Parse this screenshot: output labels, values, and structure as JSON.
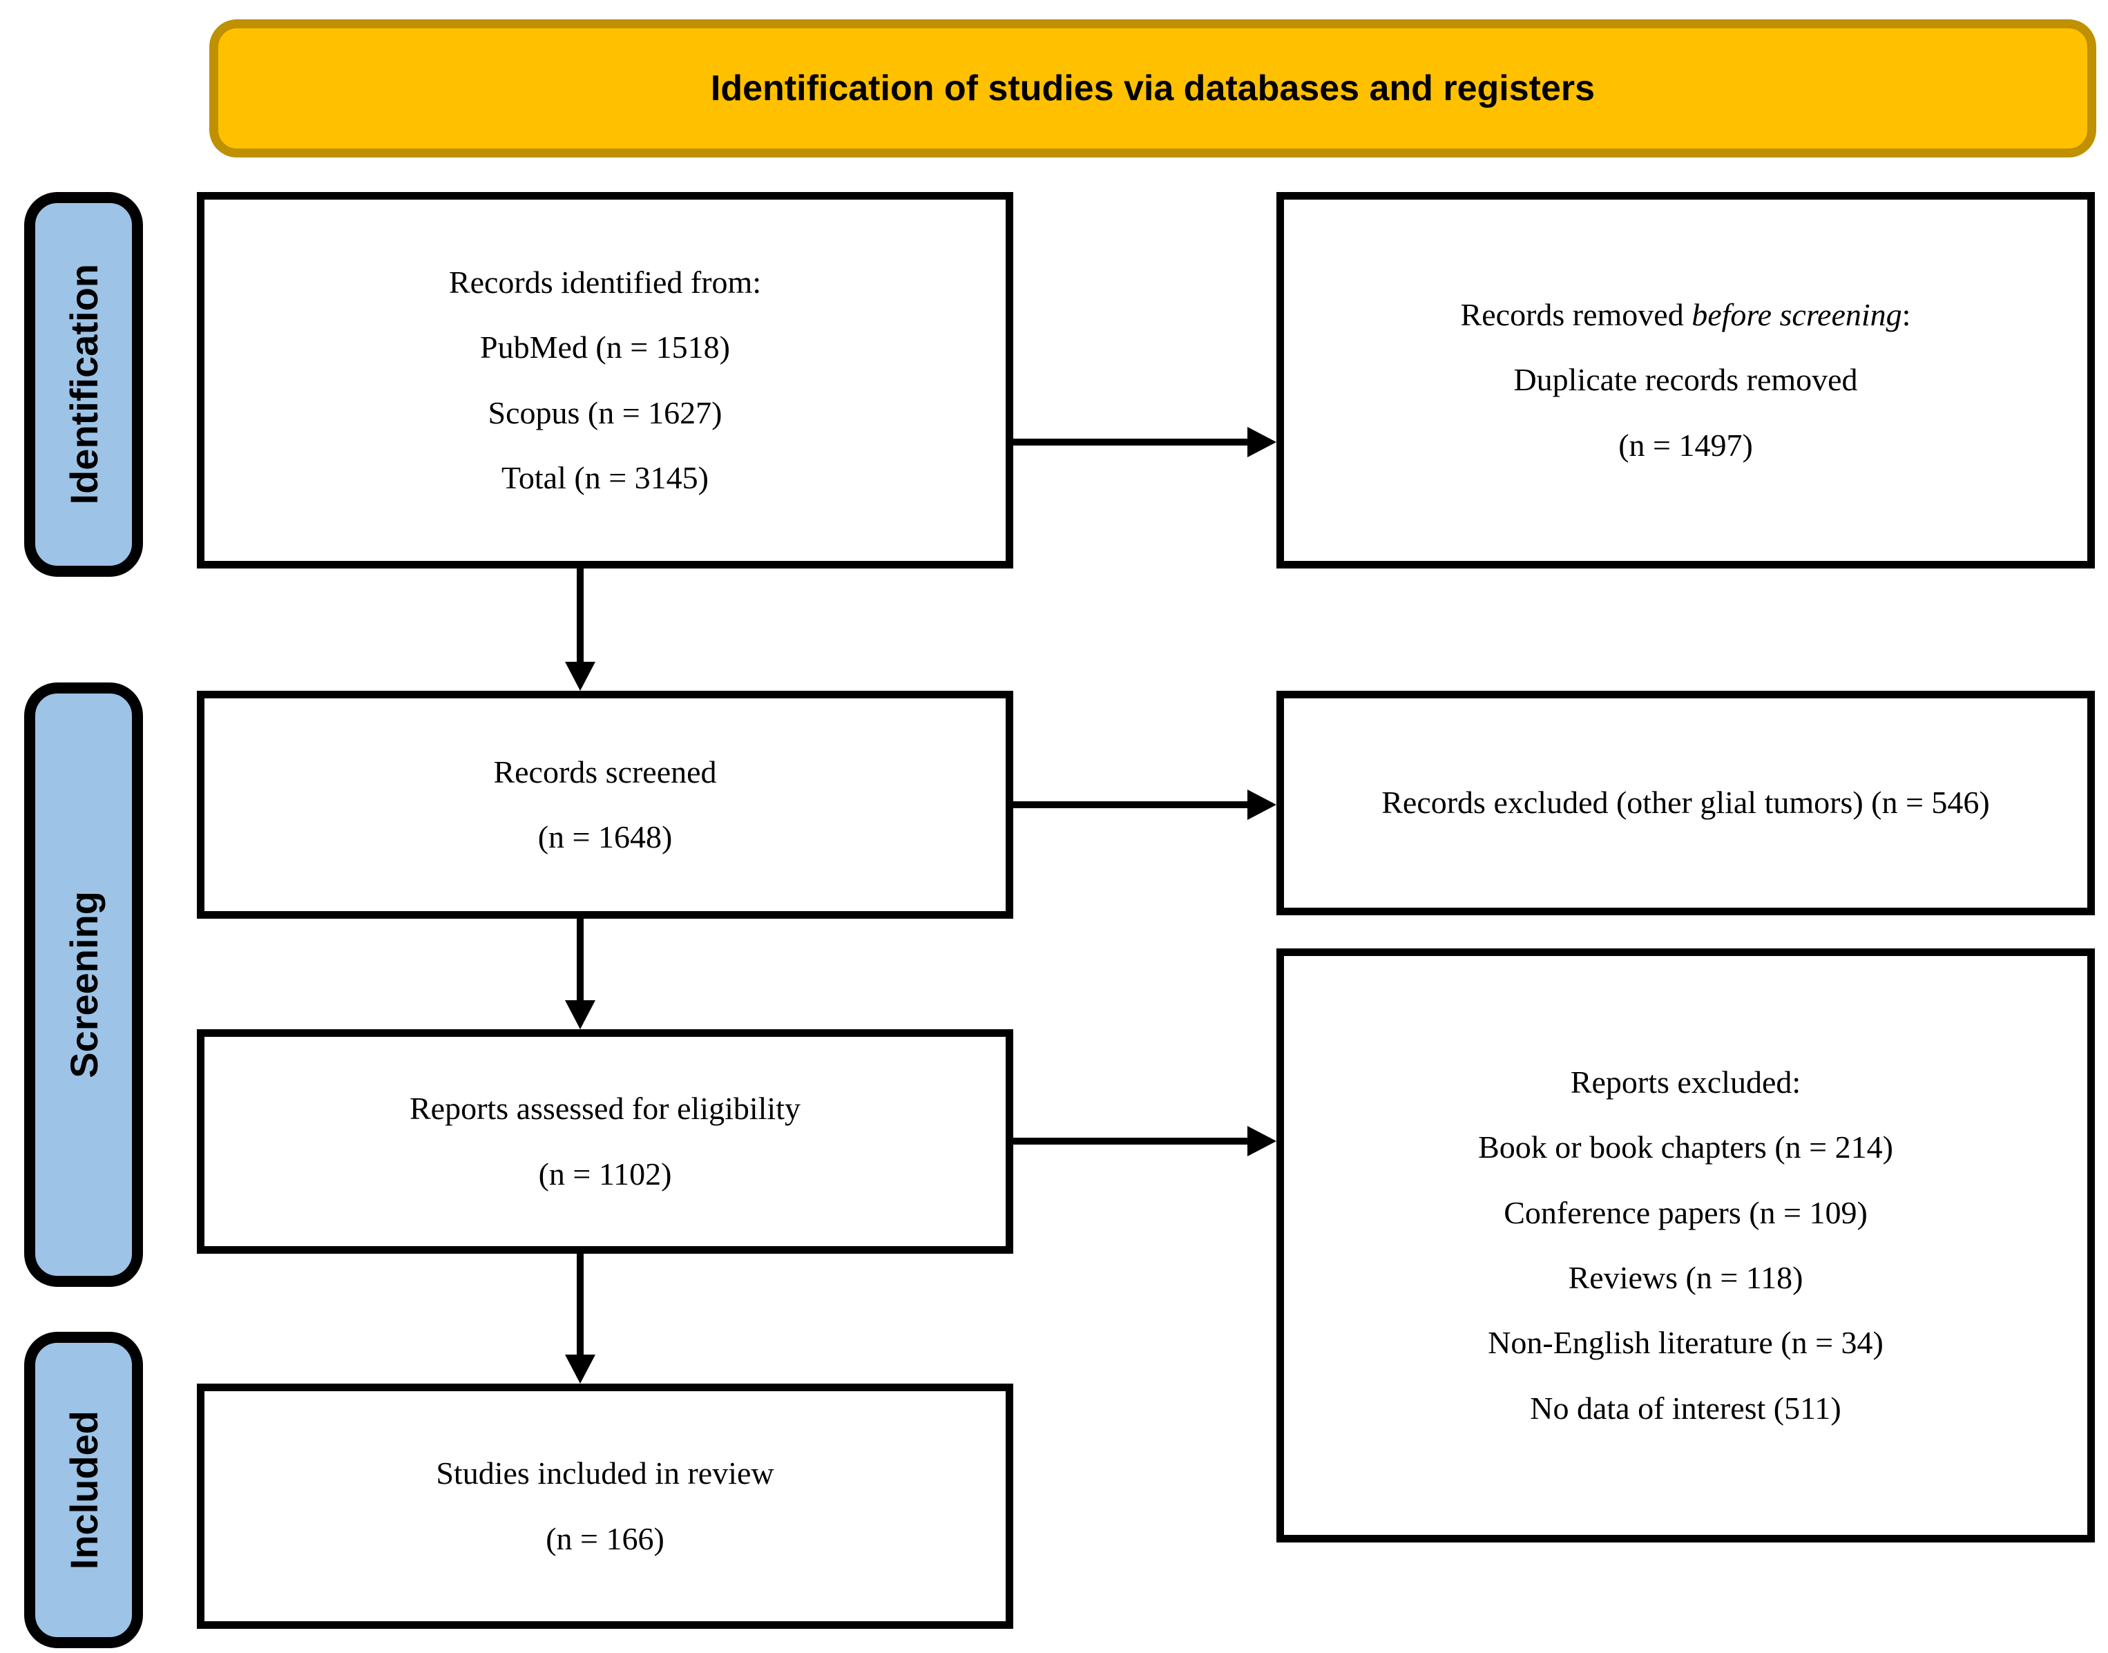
{
  "banner": {
    "title": "Identification of studies via databases and registers"
  },
  "colors": {
    "banner_fill": "#FFC000",
    "banner_border": "#BF9000",
    "stage_fill": "#9DC3E6",
    "line_color": "#000000"
  },
  "stages": [
    {
      "label": "Identification"
    },
    {
      "label": "Screening"
    },
    {
      "label": "Included"
    }
  ],
  "boxes": {
    "records_identified": {
      "lines": [
        "Records identified from:",
        "PubMed (n = 1518)",
        "Scopus (n = 1627)",
        "Total (n = 3145)"
      ]
    },
    "records_removed": {
      "line1_prefix": "Records removed ",
      "line1_italic": "before screening",
      "line1_suffix": ":",
      "line2": "Duplicate records removed",
      "line3": "(n = 1497)"
    },
    "records_screened": {
      "lines": [
        "Records screened",
        "(n = 1648)"
      ]
    },
    "records_excluded": {
      "text": "Records excluded (other glial tumors) (n = 546)"
    },
    "reports_assessed": {
      "lines": [
        "Reports assessed for eligibility",
        "(n = 1102)"
      ]
    },
    "reports_excluded": {
      "lines": [
        "Reports excluded:",
        "Book or book chapters (n = 214)",
        "Conference papers (n = 109)",
        "Reviews (n = 118)",
        "Non-English literature (n = 34)",
        "No data of interest (511)"
      ]
    },
    "studies_included": {
      "lines": [
        "Studies included in review",
        "(n = 166)"
      ]
    }
  }
}
